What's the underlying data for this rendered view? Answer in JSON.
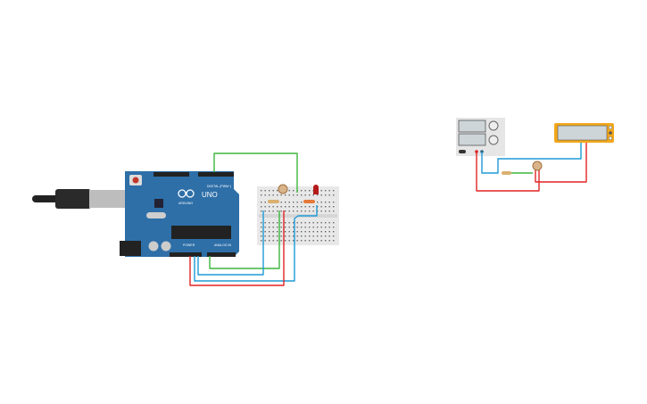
{
  "arduino": {
    "model_label": "UNO",
    "brand_label": "ARDUINO",
    "digital_label": "DIGITAL (PWM~)",
    "power_label": "POWER",
    "analog_label": "ANALOG IN"
  },
  "colors": {
    "board": "#2e6fa8",
    "wire_green": "#3db53d",
    "wire_blue": "#1e9bd7",
    "wire_red": "#e02424",
    "multimeter": "#f2a81c",
    "breadboard": "#e8e8e8"
  }
}
